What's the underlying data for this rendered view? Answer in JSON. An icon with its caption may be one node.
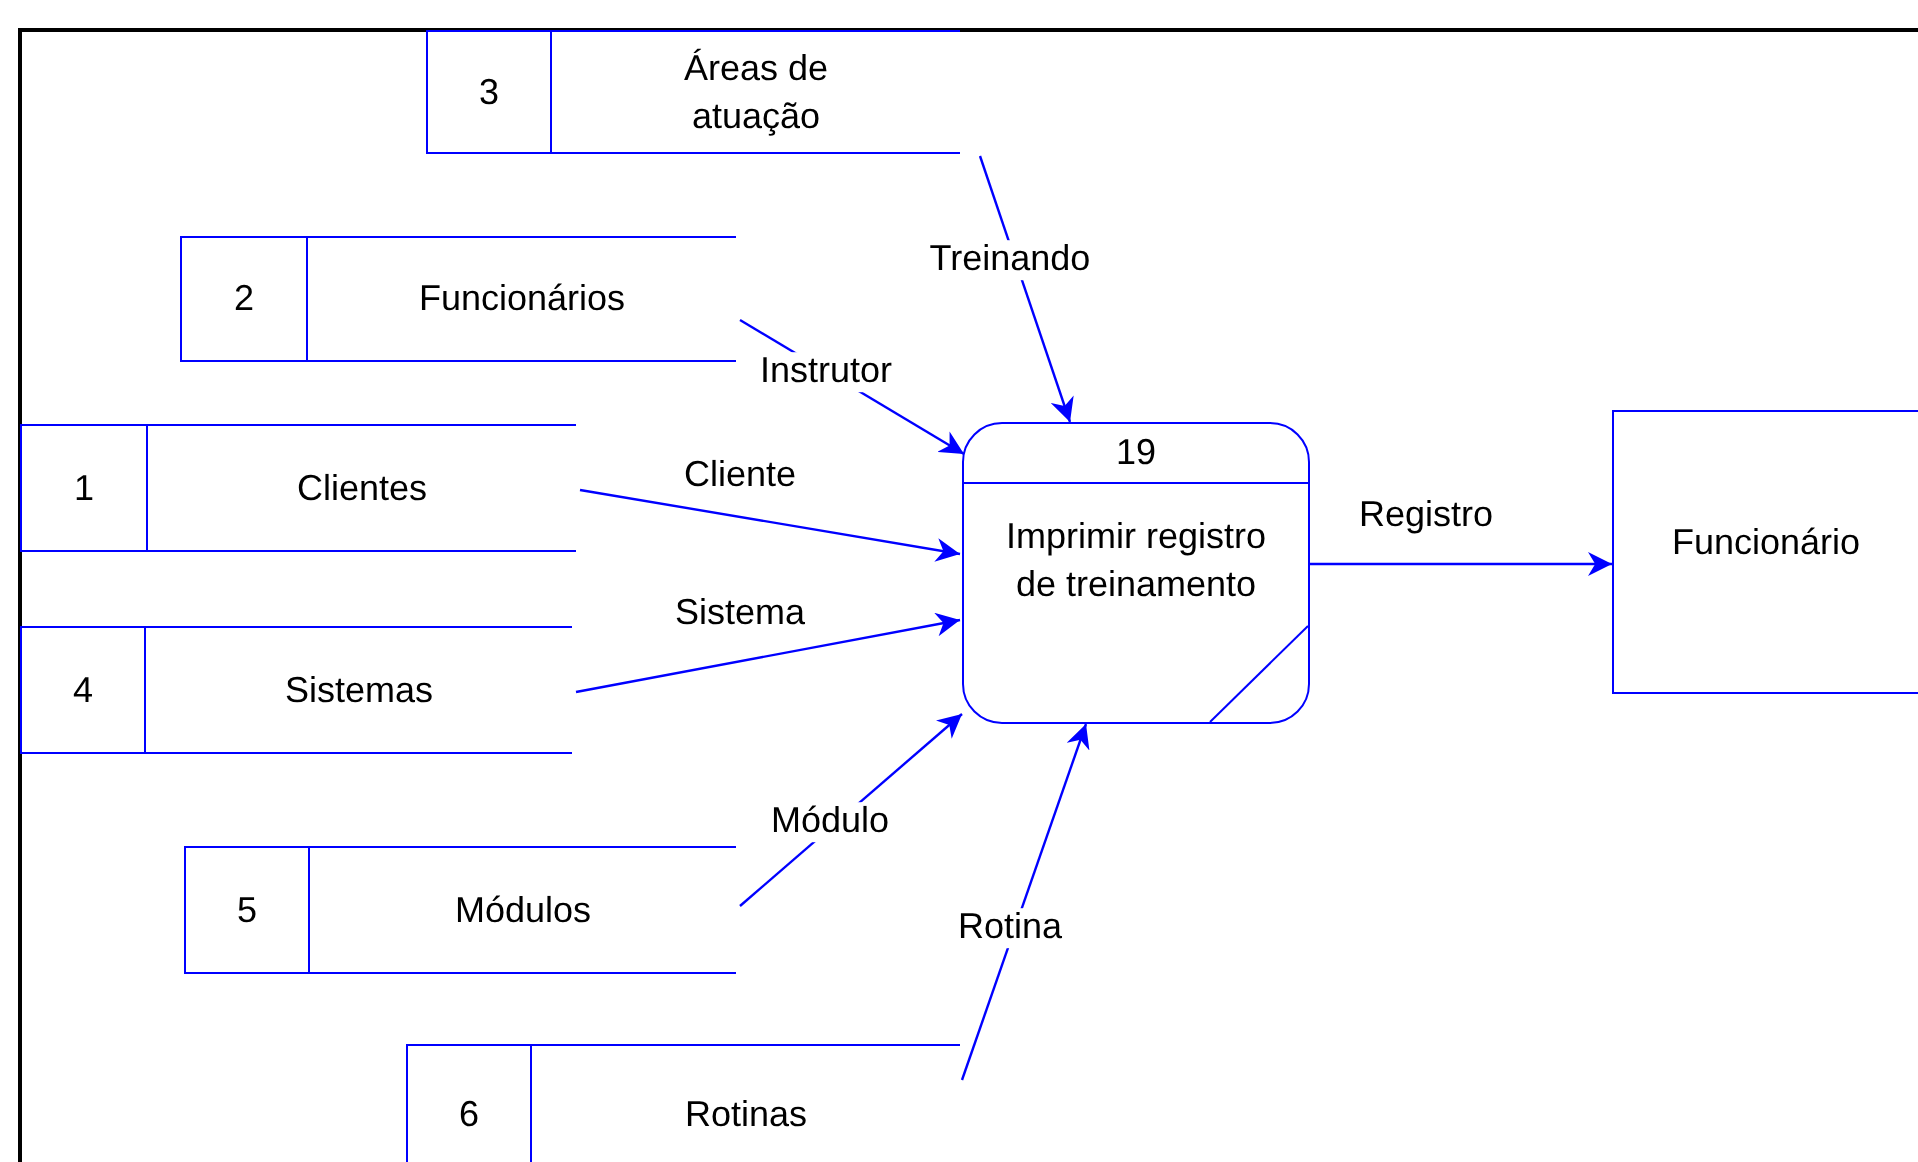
{
  "diagram": {
    "nodes": [
      {
        "text": [
          "3",
          "Áreas de atuação"
        ]
      },
      {
        "text": [
          "2",
          "Funcionários"
        ]
      },
      {
        "text": [
          "1",
          "Clientes"
        ]
      },
      {
        "text": [
          "19",
          "Imprimir registro de treinamento"
        ]
      },
      {
        "text": [
          "Funcionário"
        ]
      },
      {
        "text": [
          "4",
          "Sistemas"
        ]
      },
      {
        "text": [
          "5",
          "Módulos"
        ]
      },
      {
        "text": [
          "6",
          "Rotinas"
        ]
      }
    ],
    "edges": [
      {
        "from": 0,
        "to": 3,
        "arrow": "to",
        "label": "Treinando"
      },
      {
        "from": 1,
        "to": 3,
        "arrow": "to",
        "label": "Instrutor"
      },
      {
        "from": 2,
        "to": 3,
        "arrow": "to",
        "label": "Cliente"
      },
      {
        "from": 5,
        "to": 3,
        "arrow": "to",
        "label": "Sistema"
      },
      {
        "from": 6,
        "to": 3,
        "arrow": "to",
        "label": "Módulo"
      },
      {
        "from": 7,
        "to": 3,
        "arrow": "to",
        "label": "Rotina"
      },
      {
        "from": 3,
        "to": 4,
        "arrow": "to",
        "label": "Registro"
      }
    ]
  }
}
